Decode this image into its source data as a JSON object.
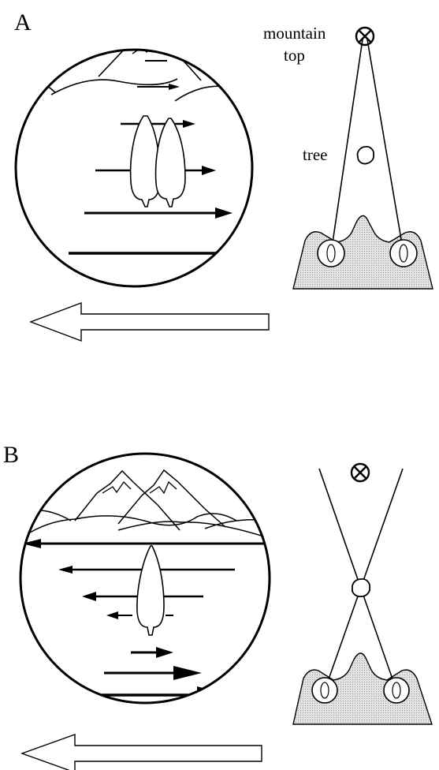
{
  "panels": {
    "a": {
      "letter": "A",
      "labels": {
        "mountain": "mountain",
        "top": "top",
        "tree": "tree"
      }
    },
    "b": {
      "letter": "B"
    }
  },
  "colors": {
    "ink": "#000000",
    "head_fill": "#d6d6d6",
    "background": "#ffffff"
  }
}
